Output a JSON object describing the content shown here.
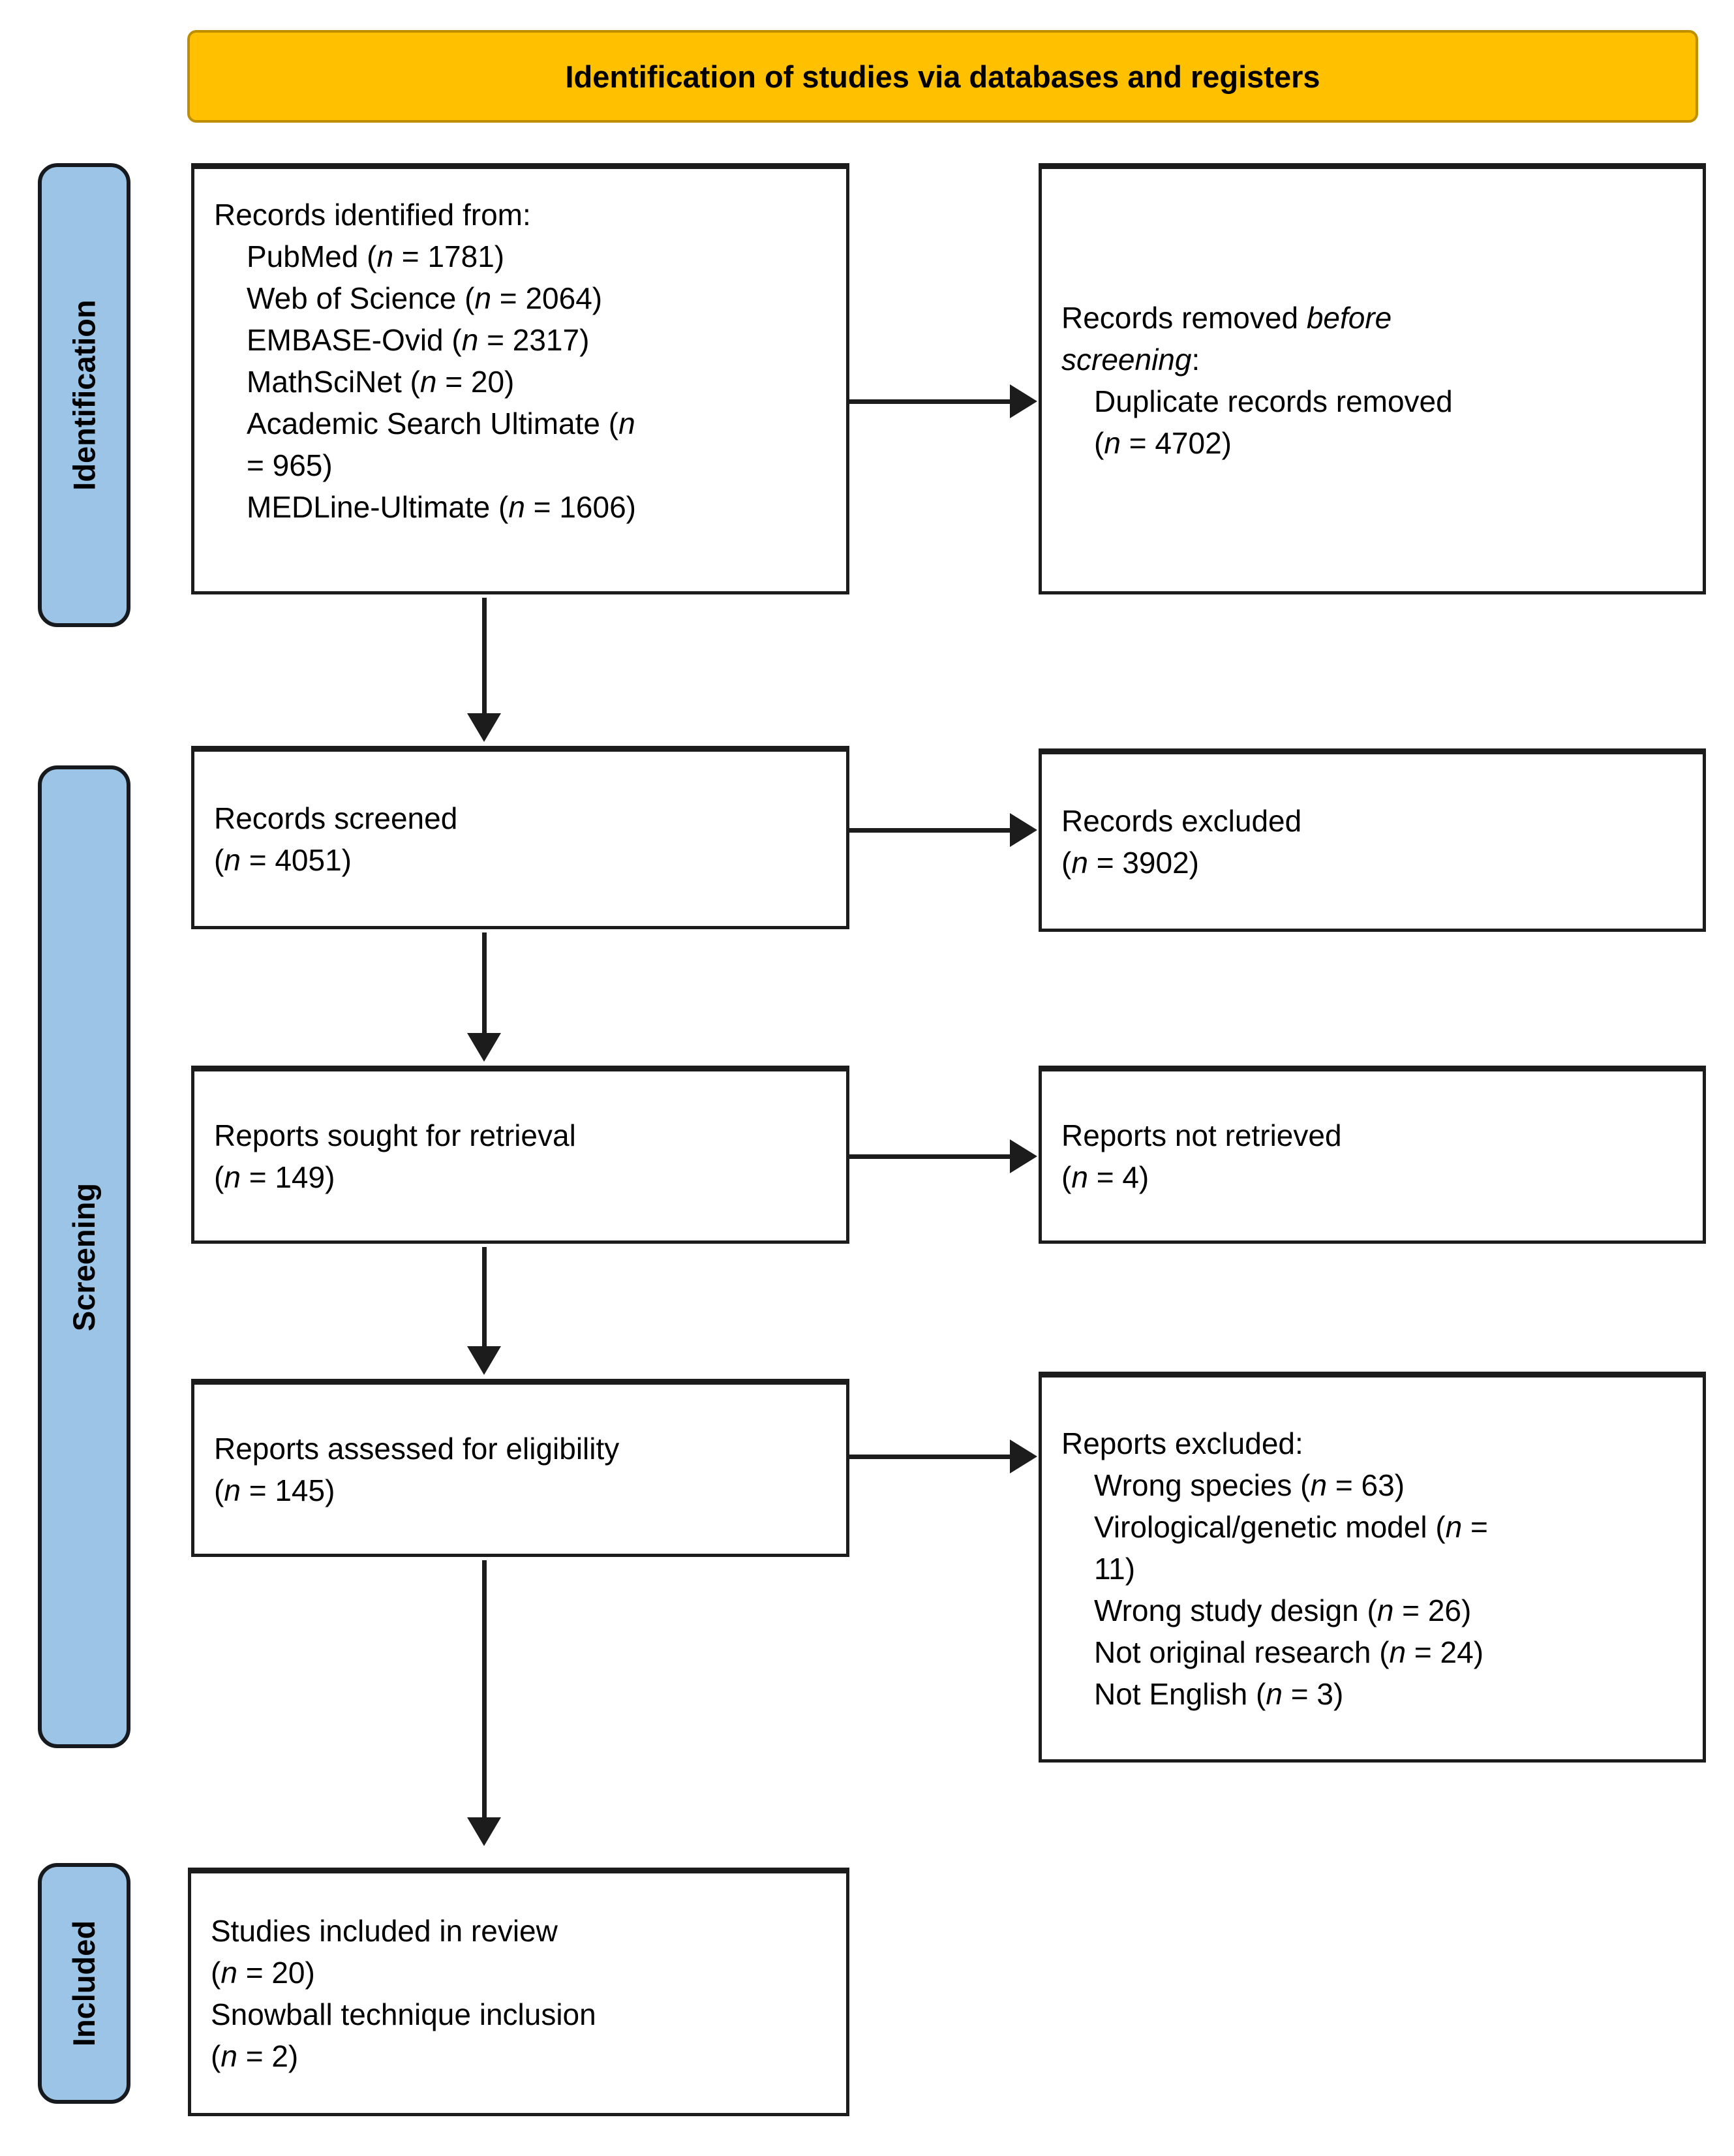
{
  "banner": {
    "label": "Identification of studies via databases and registers"
  },
  "sidebar": [
    {
      "id": "identification",
      "label": "Identification"
    },
    {
      "id": "screening",
      "label": "Screening"
    },
    {
      "id": "included",
      "label": "Included"
    }
  ],
  "colors": {
    "banner_fill": "#FFC000",
    "banner_border": "#BF8F00",
    "stage_fill": "#9CC4E6",
    "box_border": "#1C1C1C",
    "arrow": "#1C1C1C"
  },
  "boxes": {
    "records_identified": {
      "align": "top",
      "lines": [
        {
          "indent": 0,
          "seg": [
            {
              "t": "Records identified from:"
            }
          ]
        },
        {
          "indent": 1,
          "seg": [
            {
              "t": "PubMed ("
            },
            {
              "t": "n",
              "i": true
            },
            {
              "t": " = 1781)"
            }
          ]
        },
        {
          "indent": 1,
          "seg": [
            {
              "t": "Web of Science ("
            },
            {
              "t": "n",
              "i": true
            },
            {
              "t": " = 2064)"
            }
          ]
        },
        {
          "indent": 1,
          "seg": [
            {
              "t": "EMBASE-Ovid ("
            },
            {
              "t": "n",
              "i": true
            },
            {
              "t": " = 2317)"
            }
          ]
        },
        {
          "indent": 1,
          "seg": [
            {
              "t": "MathSciNet ("
            },
            {
              "t": "n",
              "i": true
            },
            {
              "t": " = 20)"
            }
          ]
        },
        {
          "indent": 1,
          "seg": [
            {
              "t": "Academic Search Ultimate ("
            },
            {
              "t": "n",
              "i": true
            }
          ]
        },
        {
          "indent": 1,
          "seg": [
            {
              "t": "= 965)"
            }
          ]
        },
        {
          "indent": 1,
          "seg": [
            {
              "t": "MEDLine-Ultimate ("
            },
            {
              "t": "n",
              "i": true
            },
            {
              "t": " = 1606)"
            }
          ]
        }
      ]
    },
    "records_removed": {
      "align": "center",
      "lines": [
        {
          "indent": 0,
          "seg": [
            {
              "t": "Records removed "
            },
            {
              "t": "before",
              "i": true
            }
          ]
        },
        {
          "indent": 0,
          "seg": [
            {
              "t": "screening",
              "i": true
            },
            {
              "t": ":"
            }
          ]
        },
        {
          "indent": 1,
          "seg": [
            {
              "t": "Duplicate records removed"
            }
          ]
        },
        {
          "indent": 1,
          "seg": [
            {
              "t": "("
            },
            {
              "t": "n",
              "i": true
            },
            {
              "t": " = 4702)"
            }
          ]
        }
      ]
    },
    "records_screened": {
      "align": "center",
      "lines": [
        {
          "indent": 0,
          "seg": [
            {
              "t": "Records screened"
            }
          ]
        },
        {
          "indent": 0,
          "seg": [
            {
              "t": "("
            },
            {
              "t": "n",
              "i": true
            },
            {
              "t": " = 4051)"
            }
          ]
        }
      ]
    },
    "records_excluded": {
      "align": "center",
      "lines": [
        {
          "indent": 0,
          "seg": [
            {
              "t": "Records excluded"
            }
          ]
        },
        {
          "indent": 0,
          "seg": [
            {
              "t": "("
            },
            {
              "t": "n",
              "i": true
            },
            {
              "t": " = 3902)"
            }
          ]
        }
      ]
    },
    "reports_sought": {
      "align": "center",
      "lines": [
        {
          "indent": 0,
          "seg": [
            {
              "t": "Reports sought for retrieval"
            }
          ]
        },
        {
          "indent": 0,
          "seg": [
            {
              "t": "("
            },
            {
              "t": "n",
              "i": true
            },
            {
              "t": " = 149)"
            }
          ]
        }
      ]
    },
    "reports_not_retrieved": {
      "align": "center",
      "lines": [
        {
          "indent": 0,
          "seg": [
            {
              "t": "Reports not retrieved"
            }
          ]
        },
        {
          "indent": 0,
          "seg": [
            {
              "t": "("
            },
            {
              "t": "n",
              "i": true
            },
            {
              "t": " = 4)"
            }
          ]
        }
      ]
    },
    "reports_assessed": {
      "align": "center",
      "lines": [
        {
          "indent": 0,
          "seg": [
            {
              "t": "Reports assessed for eligibility"
            }
          ]
        },
        {
          "indent": 0,
          "seg": [
            {
              "t": "("
            },
            {
              "t": "n",
              "i": true
            },
            {
              "t": " = 145)"
            }
          ]
        }
      ]
    },
    "reports_excluded": {
      "align": "center",
      "lines": [
        {
          "indent": 0,
          "seg": [
            {
              "t": "Reports excluded:"
            }
          ]
        },
        {
          "indent": 1,
          "seg": [
            {
              "t": "Wrong species ("
            },
            {
              "t": "n",
              "i": true
            },
            {
              "t": " = 63)"
            }
          ]
        },
        {
          "indent": 1,
          "seg": [
            {
              "t": "Virological/genetic model ("
            },
            {
              "t": "n",
              "i": true
            },
            {
              "t": " ="
            }
          ]
        },
        {
          "indent": 1,
          "seg": [
            {
              "t": "11)"
            }
          ]
        },
        {
          "indent": 1,
          "seg": [
            {
              "t": "Wrong study design ("
            },
            {
              "t": "n",
              "i": true
            },
            {
              "t": " = 26)"
            }
          ]
        },
        {
          "indent": 1,
          "seg": [
            {
              "t": "Not original research ("
            },
            {
              "t": "n",
              "i": true
            },
            {
              "t": " = 24)"
            }
          ]
        },
        {
          "indent": 1,
          "seg": [
            {
              "t": "Not English ("
            },
            {
              "t": "n",
              "i": true
            },
            {
              "t": " = 3)"
            }
          ]
        }
      ]
    },
    "studies_included": {
      "align": "center",
      "lines": [
        {
          "indent": 0,
          "seg": [
            {
              "t": "Studies included in review"
            }
          ]
        },
        {
          "indent": 0,
          "seg": [
            {
              "t": "("
            },
            {
              "t": "n",
              "i": true
            },
            {
              "t": " = 20)"
            }
          ]
        },
        {
          "indent": 0,
          "seg": [
            {
              "t": "Snowball technique inclusion"
            }
          ]
        },
        {
          "indent": 0,
          "seg": [
            {
              "t": "("
            },
            {
              "t": "n",
              "i": true
            },
            {
              "t": " = 2)"
            }
          ]
        }
      ]
    }
  }
}
